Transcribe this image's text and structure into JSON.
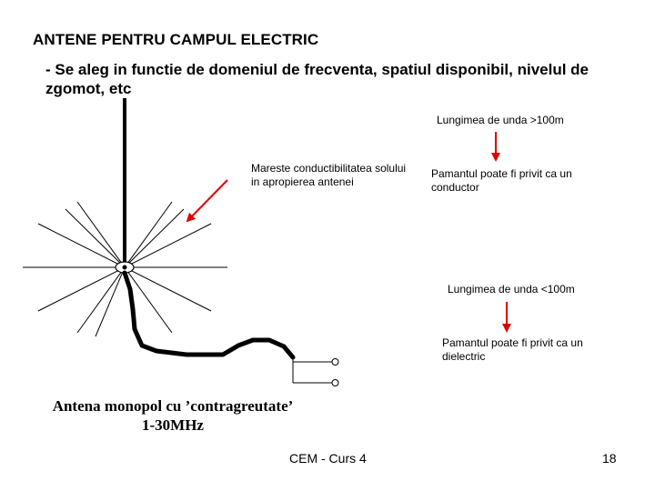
{
  "slide": {
    "title": "ANTENE PENTRU CAMPUL ELECTRIC",
    "bullet": "- Se aleg in functie de domeniul de frecventa, spatiul disponibil, nivelul de zgomot, etc",
    "labels": {
      "wavelength_long": "Lungimea de unda >100m",
      "ground_conductor": "Pamantul poate fi privit ca un conductor",
      "soil_conductivity": "Mareste conductibilitatea solului in apropierea antenei",
      "wavelength_short": "Lungimea de unda <100m",
      "ground_dielectric": "Pamantul poate fi privit ca un dielectric"
    },
    "caption": {
      "line1": "Antena monopol cu ’contragreutate’",
      "line2": "1-30MHz"
    },
    "footer": {
      "course": "CEM - Curs 4",
      "page": "18"
    },
    "colors": {
      "arrow": "#e00000",
      "text": "#000000",
      "background": "#ffffff"
    }
  }
}
